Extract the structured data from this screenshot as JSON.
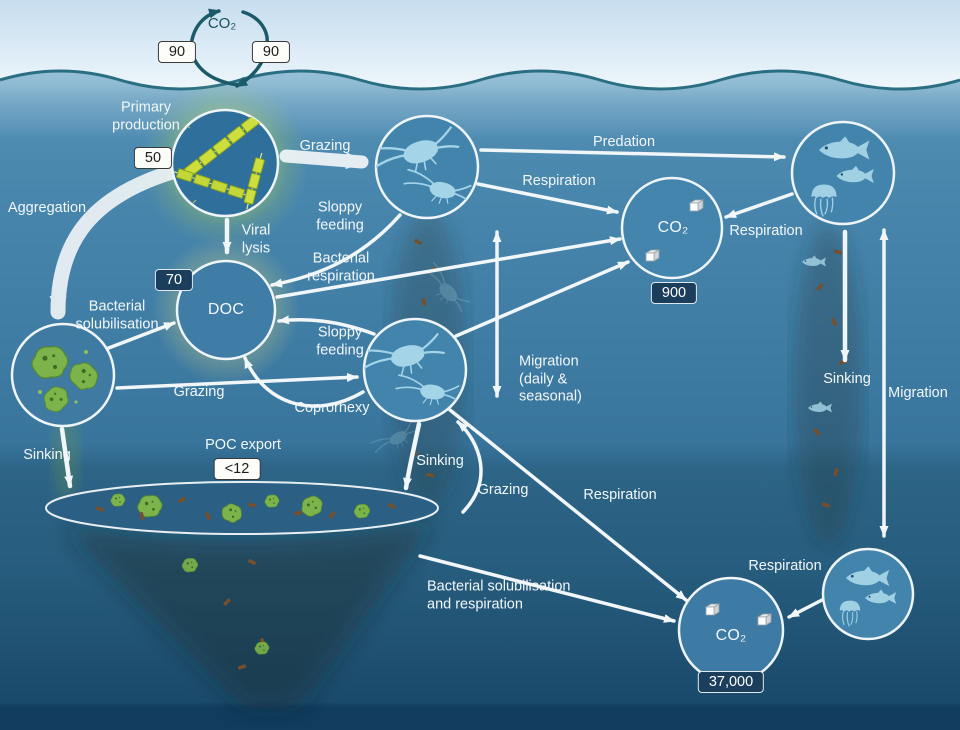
{
  "surface": {
    "co2_label": "CO₂",
    "flux_up": "90",
    "flux_down": "90"
  },
  "nodes": {
    "primary_production": {
      "label": "Primary production",
      "value": "50"
    },
    "doc": {
      "label": "DOC",
      "value": "70"
    },
    "co2_upper_ocean": {
      "label": "CO₂",
      "value": "900"
    },
    "co2_deep_ocean": {
      "label": "CO₂",
      "value": "37,000"
    },
    "poc_export": {
      "label": "POC export",
      "value": "<12"
    }
  },
  "labels": {
    "aggregation": "Aggregation",
    "grazing_surface": "Grazing",
    "predation": "Predation",
    "respiration_zooplankton": "Respiration",
    "respiration_fish": "Respiration",
    "sloppy_feeding_upper": "Sloppy feeding",
    "viral_lysis": "Viral lysis",
    "bacterial_respiration": "Bacterial respiration",
    "bacterial_solubilisation": "Bacterial solubilisation",
    "sloppy_feeding_lower": "Sloppy feeding",
    "grazing_mid": "Grazing",
    "coprorhexy": "Coprorhexy",
    "migration_vertical": "Migration (daily & seasonal)",
    "sinking_left": "Sinking",
    "sinking_mid": "Sinking",
    "sinking_right": "Sinking",
    "migration_right": "Migration",
    "grazing_deep": "Grazing",
    "respiration_deep_zoo": "Respiration",
    "respiration_deep_fish": "Respiration",
    "bacterial_solubilisation_respiration": "Bacterial solubilisation and respiration"
  },
  "icons": {
    "phytoplankton": "diatom-chain-glyphs",
    "zooplankton": "copepod-glyphs",
    "fish": "fish-and-jellyfish-glyphs",
    "aggregates": "green-aggregate-blobs",
    "marine_snow": "sinking-particle-plume",
    "co2_cubes": "white-cube-glyphs"
  },
  "colors": {
    "sky": "#cfe3f1",
    "upper_ocean": "#4886ad",
    "deep_ocean": "#265c7e",
    "glow_green": "#cde04a",
    "glow_yellow": "#ede39a",
    "arrow": "#f1f6f8",
    "value_box_dark": "#1b3e5c"
  }
}
